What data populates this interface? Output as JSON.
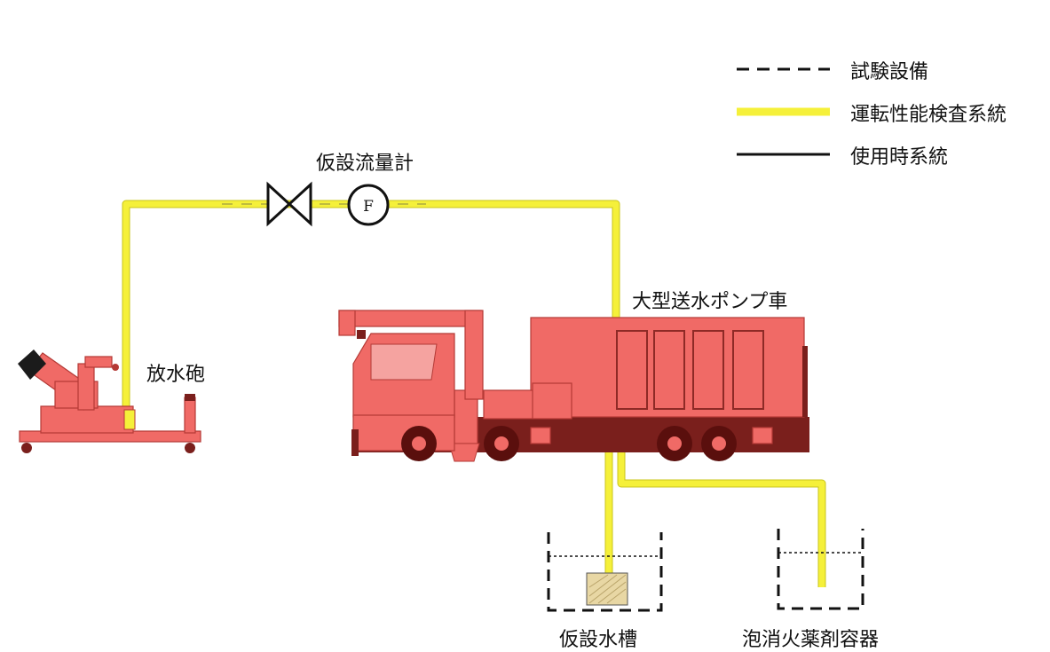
{
  "legend": {
    "test_equipment": "試験設備",
    "performance_test_line": "運転性能検査系統",
    "operational_line": "使用時系統"
  },
  "labels": {
    "flowmeter": "仮設流量計",
    "flowmeter_symbol": "F",
    "monitor": "放水砲",
    "truck": "大型送水ポンプ車",
    "temp_tank": "仮設水槽",
    "foam_container": "泡消火薬剤容器"
  },
  "colors": {
    "pipe": "#f5f03a",
    "vehicle": "#f06a66",
    "vehicle_dark": "#7a1f1c"
  }
}
